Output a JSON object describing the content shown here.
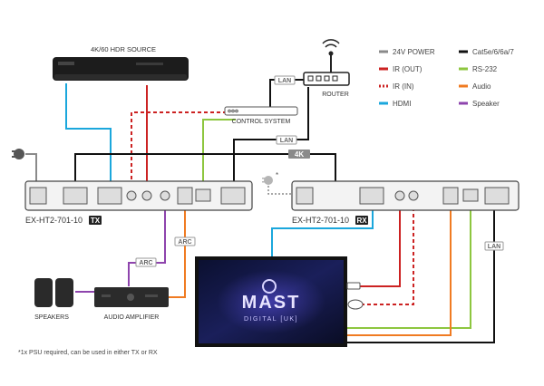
{
  "source": {
    "label": "4K/60 HDR SOURCE"
  },
  "router": {
    "label": "ROUTER"
  },
  "control_system": {
    "label": "CONTROL SYSTEM"
  },
  "tx": {
    "model": "EX-HT2-701-10",
    "badge": "TX"
  },
  "rx": {
    "model": "EX-HT2-701-10",
    "badge": "RX"
  },
  "speakers": {
    "label": "SPEAKERS"
  },
  "amplifier": {
    "label": "AUDIO AMPLIFIER"
  },
  "display": {
    "logo_top": "MAST",
    "logo_bottom": "DIGITAL [UK]"
  },
  "tags": {
    "lan1": "LAN",
    "lan2": "LAN",
    "lan3": "LAN",
    "k4": "4K",
    "arc1": "ARC",
    "arc2": "ARC"
  },
  "footnote": "*1x PSU required, can be used in either TX or RX",
  "psu_star": "*",
  "legend": [
    {
      "label": "24V POWER",
      "color": "#8a8a8a",
      "style": "solid"
    },
    {
      "label": "Cat5e/6/6a/7",
      "color": "#111111",
      "style": "solid"
    },
    {
      "label": "IR (OUT)",
      "color": "#cc2222",
      "style": "solid"
    },
    {
      "label": "RS-232",
      "color": "#8dc63f",
      "style": "solid"
    },
    {
      "label": "IR (IN)",
      "color": "#cc2222",
      "style": "dashed"
    },
    {
      "label": "Audio",
      "color": "#f07b22",
      "style": "solid"
    },
    {
      "label": "HDMI",
      "color": "#1ba7dc",
      "style": "solid"
    },
    {
      "label": "Speaker",
      "color": "#8e44ad",
      "style": "solid"
    }
  ],
  "colors": {
    "power": "#8a8a8a",
    "cat": "#111111",
    "ir": "#cc2222",
    "rs232": "#8dc63f",
    "audio": "#f07b22",
    "hdmi": "#1ba7dc",
    "speaker": "#8e44ad"
  }
}
